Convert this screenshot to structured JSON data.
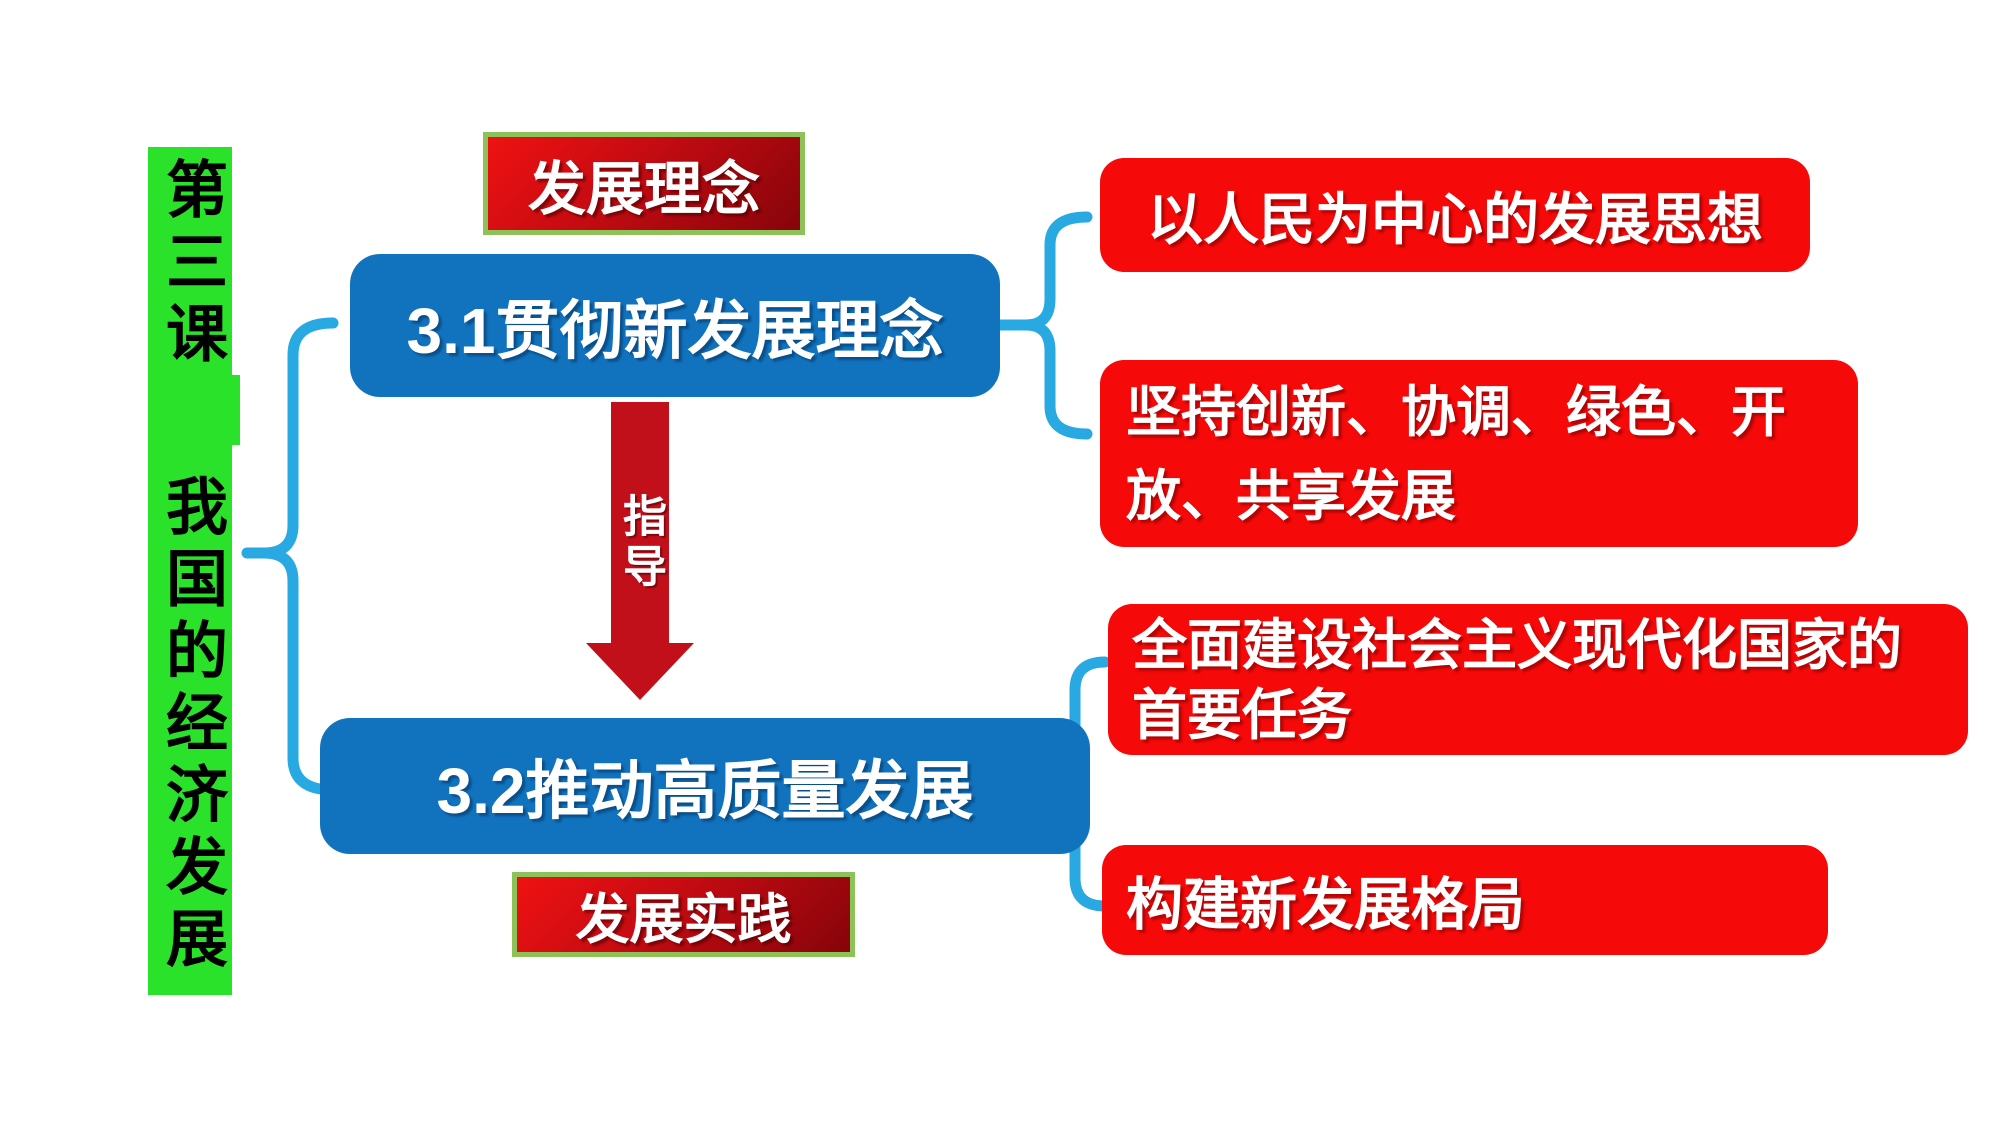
{
  "slide": {
    "background": "#ffffff",
    "lesson_bar": {
      "line1": "第三课",
      "line2": "我国的经济发展",
      "bg": "#2BE22B",
      "text_color": "#000000"
    },
    "concept_label": {
      "text": "发展理念"
    },
    "practice_label": {
      "text": "发展实践"
    },
    "section1": {
      "text": "3.1贯彻新发展理念",
      "bg": "#1173BE"
    },
    "section2": {
      "text": "3.2推动高质量发展",
      "bg": "#1173BE"
    },
    "guide_arrow": {
      "text": "指导",
      "color": "#C2101B"
    },
    "section1_points": [
      {
        "text": "以人民为中心的发展思想"
      },
      {
        "text": "坚持创新、协调、绿色、开放、共享发展"
      }
    ],
    "section2_points": [
      {
        "text": "全面建设社会主义现代化国家的首要任务"
      },
      {
        "text": "构建新发展格局"
      }
    ],
    "point_bg": "#F60909",
    "label_border": "#8CC257",
    "label_gradient_start": "#F01212",
    "label_gradient_end": "#86040A",
    "connector_color": "#29A9E1"
  }
}
